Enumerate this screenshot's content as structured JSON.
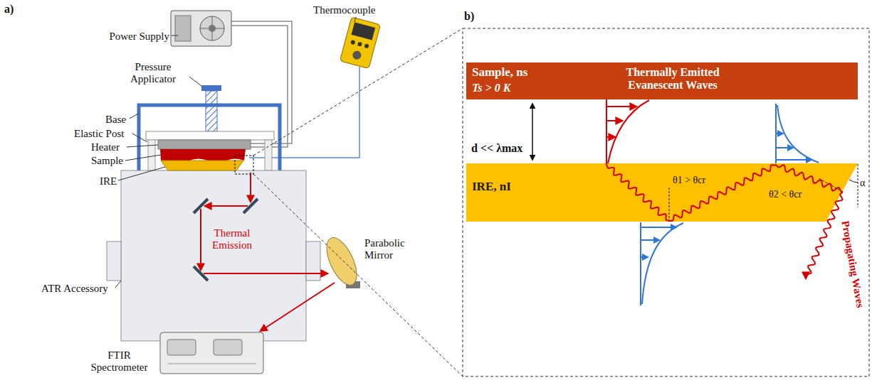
{
  "diagram": {
    "nodes": [
      {
        "text": [
          "Sample, ns",
          "Ts > 0 K",
          "Thermally Emitted Evanescent Waves"
        ]
      },
      {
        "text": [
          "IRE, nI",
          "θ1 > θcr",
          "θ2 < θcr",
          "α"
        ]
      }
    ],
    "labels": [
      "a)",
      "b)",
      "Power Supply",
      "Thermocouple",
      "Pressure Applicator",
      "Base",
      "Elastic Post",
      "Heater",
      "Sample",
      "IRE",
      "ATR Accessory",
      "Thermal Emission",
      "Parabolic Mirror",
      "FTIR Spectrometer",
      "d << λmax",
      "Propagating Waves"
    ]
  }
}
